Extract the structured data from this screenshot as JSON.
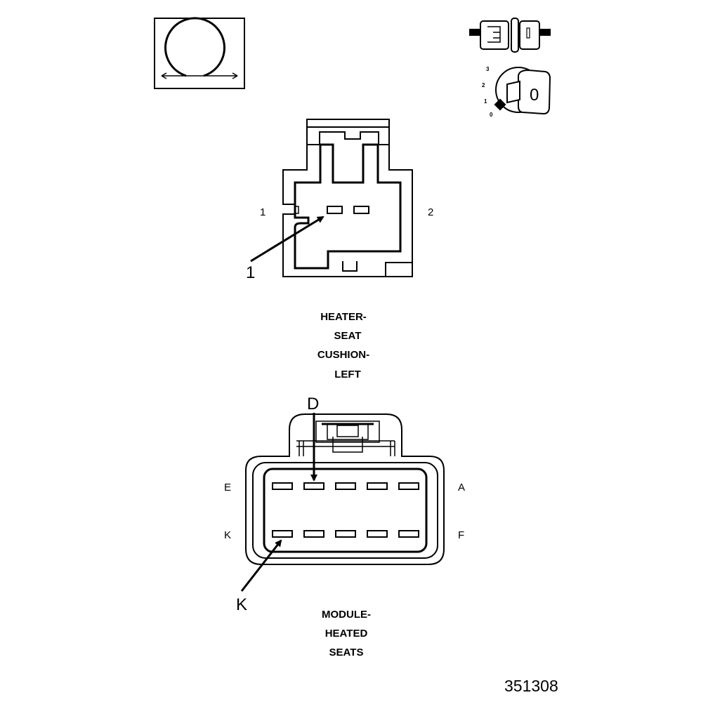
{
  "top_right_icon": {
    "scale_labels": [
      "3",
      "2",
      "1",
      "0"
    ],
    "key_glyph": "0"
  },
  "connector_1": {
    "pin_left": "1",
    "pin_right": "2",
    "callout": "1",
    "title_lines": [
      "HEATER-",
      "SEAT",
      "CUSHION-",
      "LEFT"
    ]
  },
  "connector_2": {
    "pin_top_left": "E",
    "pin_top_right": "A",
    "pin_bottom_left": "K",
    "pin_bottom_right": "F",
    "callout_top": "D",
    "callout_bottom": "K",
    "title_lines": [
      "MODULE-",
      "HEATED",
      "SEATS"
    ]
  },
  "doc_id": "351308"
}
